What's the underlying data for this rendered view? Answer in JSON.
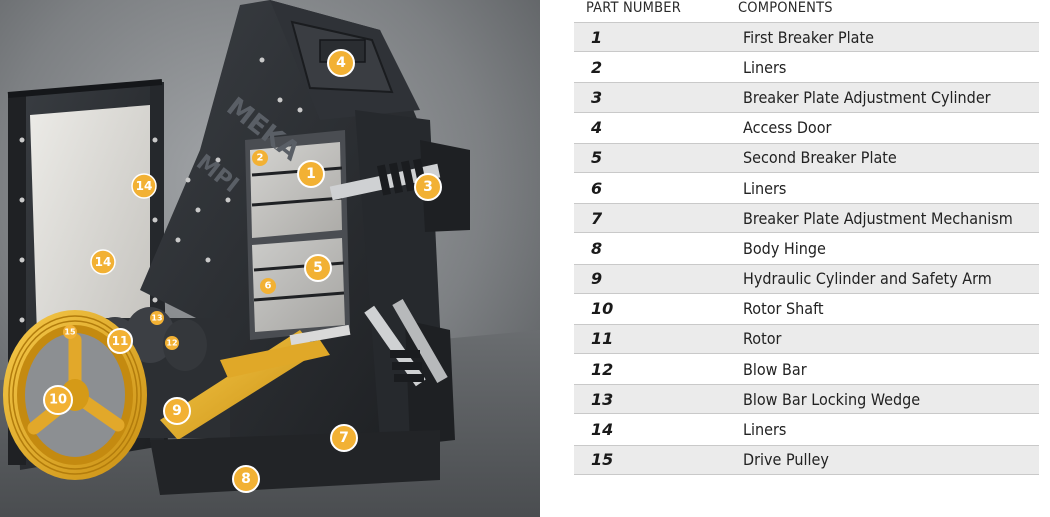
{
  "table": {
    "headers": {
      "part_number": "PART NUMBER",
      "components": "COMPONENTS"
    },
    "rows": [
      {
        "number": "1",
        "component": "First Breaker Plate"
      },
      {
        "number": "2",
        "component": "Liners"
      },
      {
        "number": "3",
        "component": "Breaker Plate Adjustment Cylinder"
      },
      {
        "number": "4",
        "component": "Access Door"
      },
      {
        "number": "5",
        "component": "Second Breaker Plate"
      },
      {
        "number": "6",
        "component": "Liners"
      },
      {
        "number": "7",
        "component": "Breaker Plate Adjustment Mechanism"
      },
      {
        "number": "8",
        "component": "Body Hinge"
      },
      {
        "number": "9",
        "component": "Hydraulic Cylinder and Safety Arm"
      },
      {
        "number": "10",
        "component": "Rotor Shaft"
      },
      {
        "number": "11",
        "component": "Rotor"
      },
      {
        "number": "12",
        "component": "Blow Bar"
      },
      {
        "number": "13",
        "component": "Blow Bar Locking Wedge"
      },
      {
        "number": "14",
        "component": "Liners"
      },
      {
        "number": "15",
        "component": "Drive Pulley"
      }
    ]
  },
  "diagram": {
    "brand_text_1": "MEKA",
    "brand_text_2": "MPI",
    "callouts": [
      "1",
      "2",
      "3",
      "4",
      "5",
      "6",
      "7",
      "8",
      "9",
      "10",
      "11",
      "12",
      "13",
      "14",
      "14",
      "15"
    ],
    "colors": {
      "callout": "#f2b134",
      "pulley": "#e9b023",
      "body": "#2a2d31",
      "liner": "#dcdad5",
      "background": "#6f7275"
    }
  }
}
